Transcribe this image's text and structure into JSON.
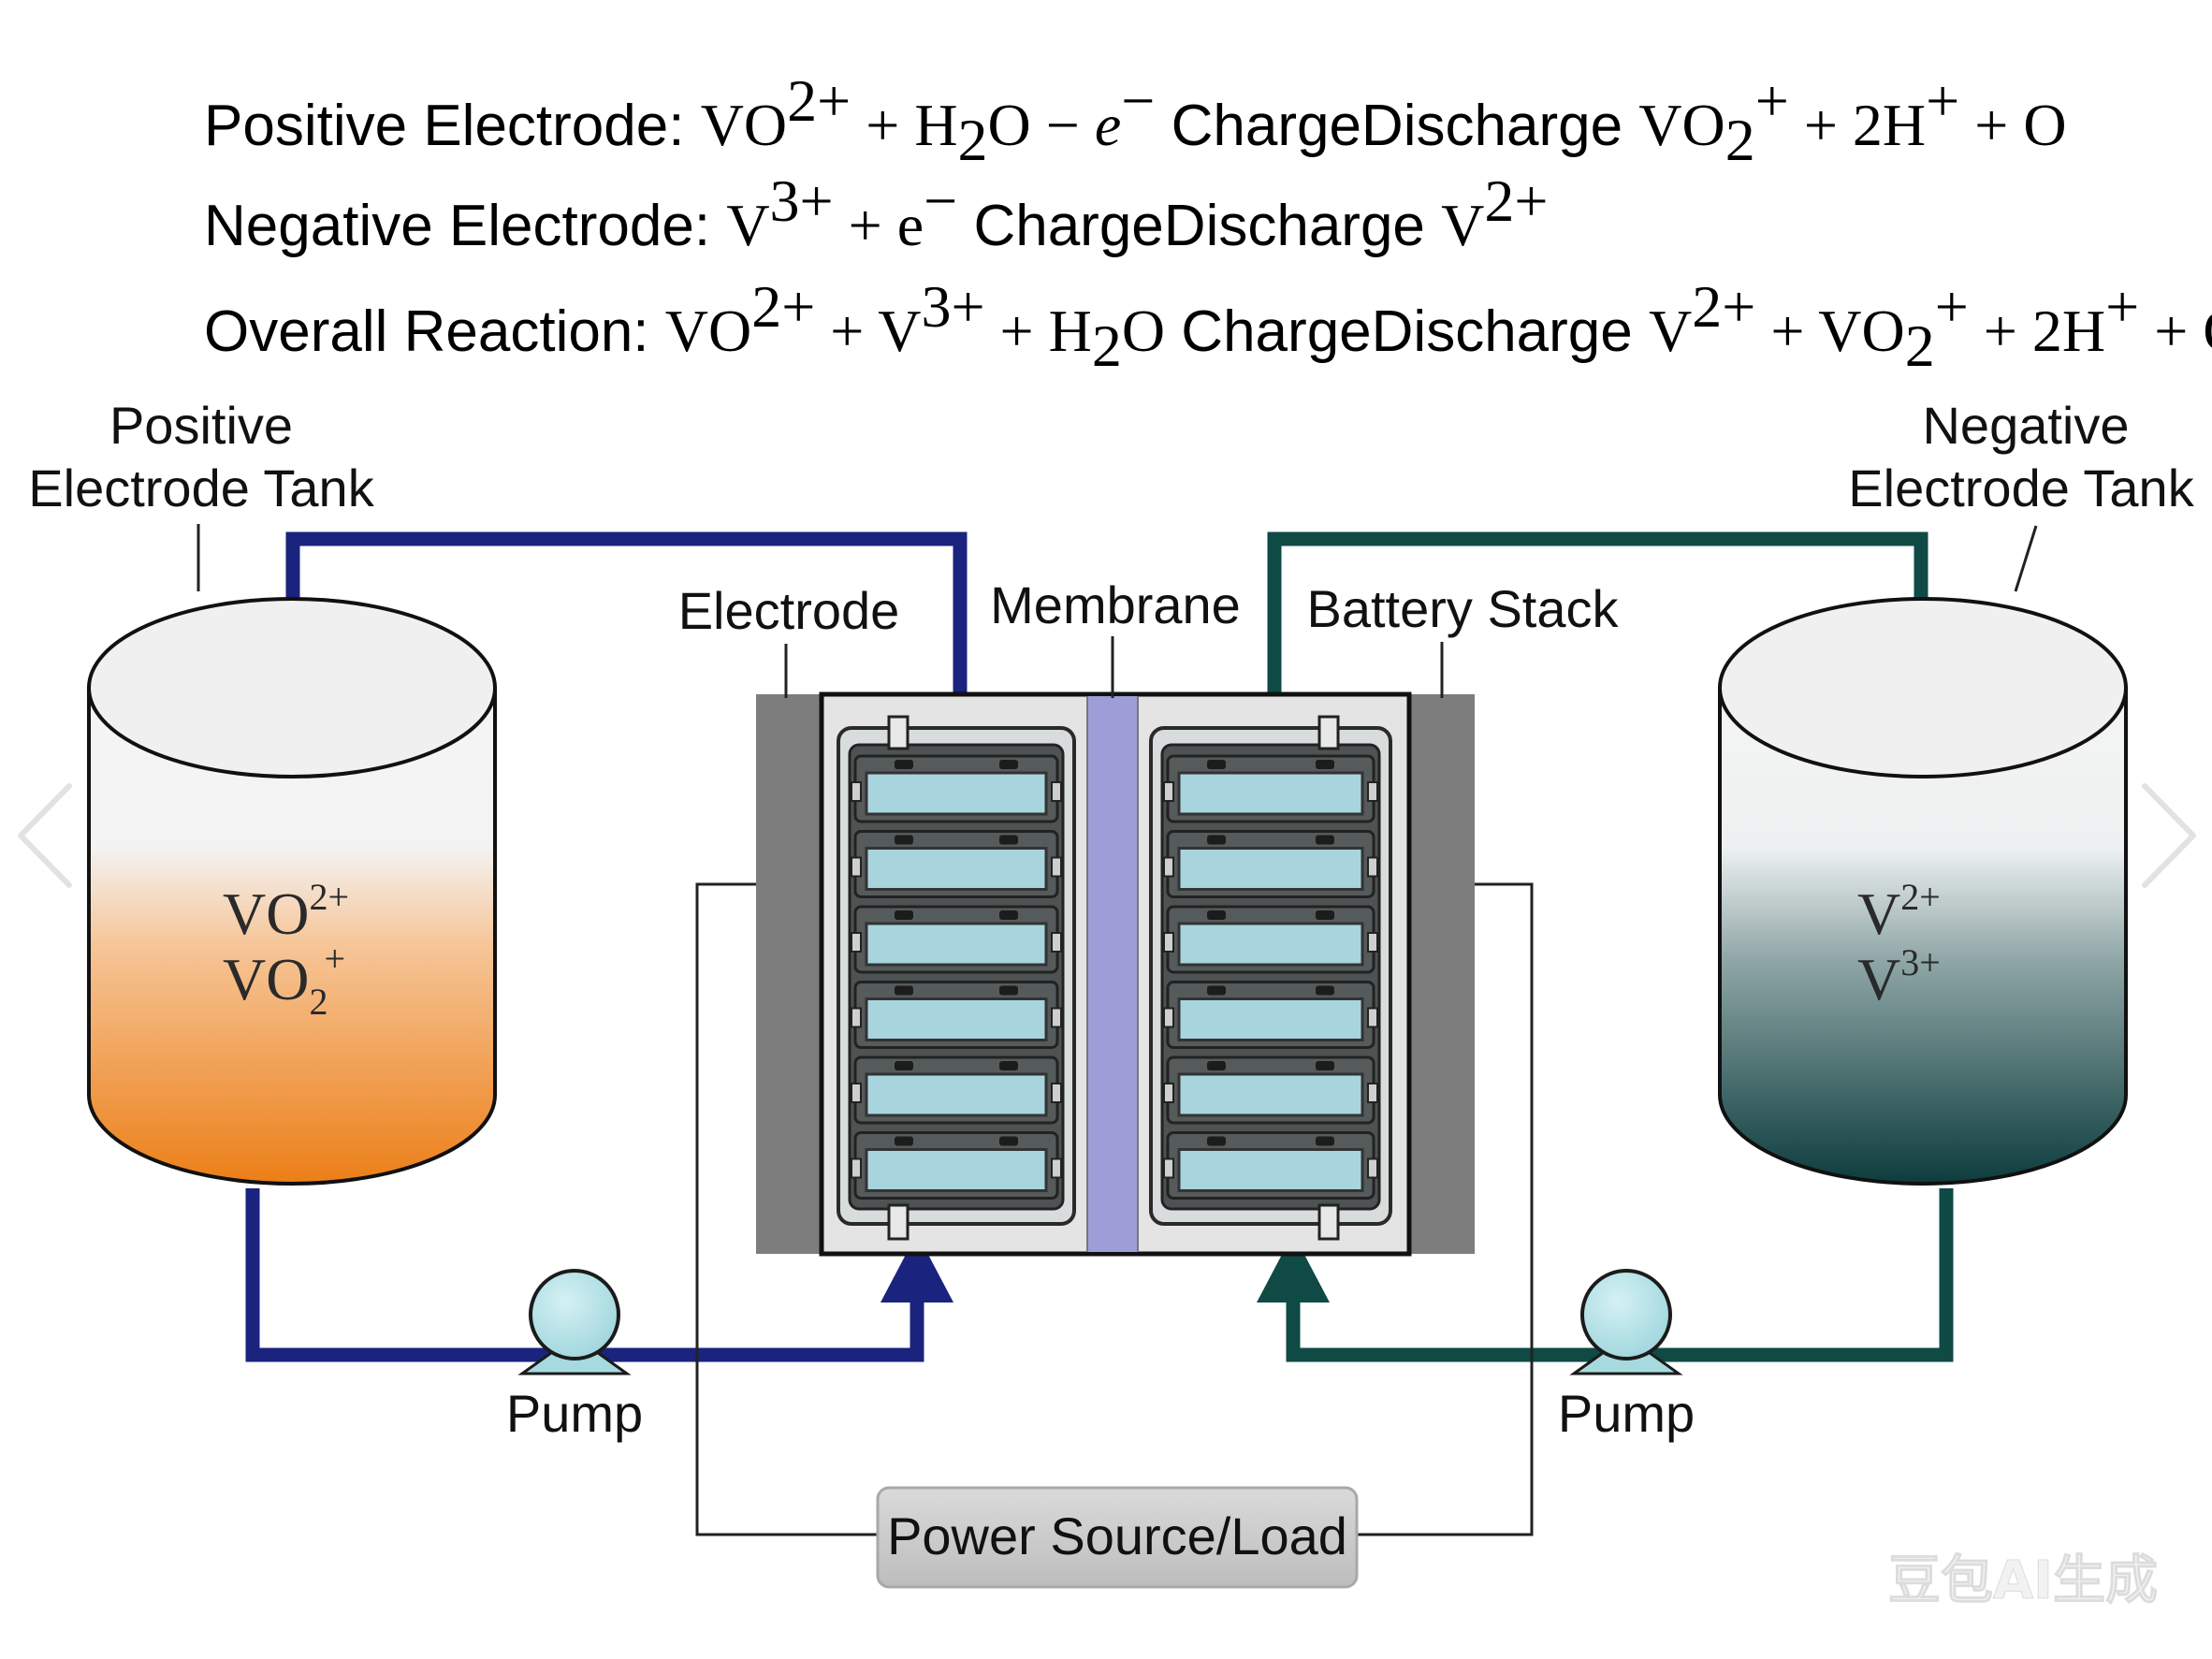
{
  "equations": {
    "positive": {
      "label": "Positive Electrode:",
      "left": [
        {
          "t": "VO"
        },
        {
          "sup": "2+"
        },
        {
          "t": " + H"
        },
        {
          "sub": "2"
        },
        {
          "t": "O − "
        },
        {
          "i": "e"
        },
        {
          "sup": "−"
        }
      ],
      "arrow": "ChargeDischarge",
      "right": [
        {
          "t": "VO"
        },
        {
          "sub": "2"
        },
        {
          "sup": "+"
        },
        {
          "t": " + 2H"
        },
        {
          "sup": "+"
        },
        {
          "t": " + O"
        }
      ]
    },
    "negative": {
      "label": "Negative Electrode:",
      "left": [
        {
          "t": "V"
        },
        {
          "sup": "3+"
        },
        {
          "t": " + e"
        },
        {
          "sup": "−"
        }
      ],
      "arrow": "ChargeDischarge",
      "right": [
        {
          "t": "V"
        },
        {
          "sup": "2+"
        }
      ]
    },
    "overall": {
      "label": "Overall Reaction:",
      "left": [
        {
          "t": "VO"
        },
        {
          "sup": "2+"
        },
        {
          "t": " + V"
        },
        {
          "sup": "3+"
        },
        {
          "t": " + H"
        },
        {
          "sub": "2"
        },
        {
          "t": "O"
        }
      ],
      "arrow": "ChargeDischarge",
      "right": [
        {
          "t": "V"
        },
        {
          "sup": "2+"
        },
        {
          "t": " + VO"
        },
        {
          "sub": "2"
        },
        {
          "sup": "+"
        },
        {
          "t": " + 2H"
        },
        {
          "sup": "+"
        },
        {
          "t": " + O"
        }
      ]
    }
  },
  "labels": {
    "positive_tank_line1": "Positive",
    "positive_tank_line2": "Electrode Tank",
    "negative_tank_line1": "Negative",
    "negative_tank_line2": "Electrode Tank",
    "electrode": "Electrode",
    "membrane": "Membrane",
    "battery_stack": "Battery Stack",
    "pump_left": "Pump",
    "pump_right": "Pump",
    "power": "Power Source/Load"
  },
  "tanks": {
    "positive_ions": {
      "line1": {
        "base": "VO",
        "sup": "2+"
      },
      "line2": {
        "base": "VO",
        "sub": "2",
        "sup": "+"
      }
    },
    "negative_ions": {
      "line1": {
        "base": "V",
        "sup": "2+"
      },
      "line2": {
        "base": "V",
        "sup": "3+"
      }
    }
  },
  "stack": {
    "cells_per_side": 6
  },
  "colors": {
    "positive_pipe": "#1a237e",
    "negative_pipe": "#0f4a44",
    "positive_fluid_top": "#f3f3f3",
    "positive_fluid_bottom": "#ee8520",
    "negative_fluid_top": "#f3f3f3",
    "negative_fluid_bottom": "#103f3f",
    "membrane": "#9d9ed8",
    "electrode_plate": "#7d7d7d",
    "cell_fill": "#a8d4de",
    "pump": "#b8e4e8",
    "power_box": "#cfcfcf"
  },
  "watermark": "豆包AI生成"
}
